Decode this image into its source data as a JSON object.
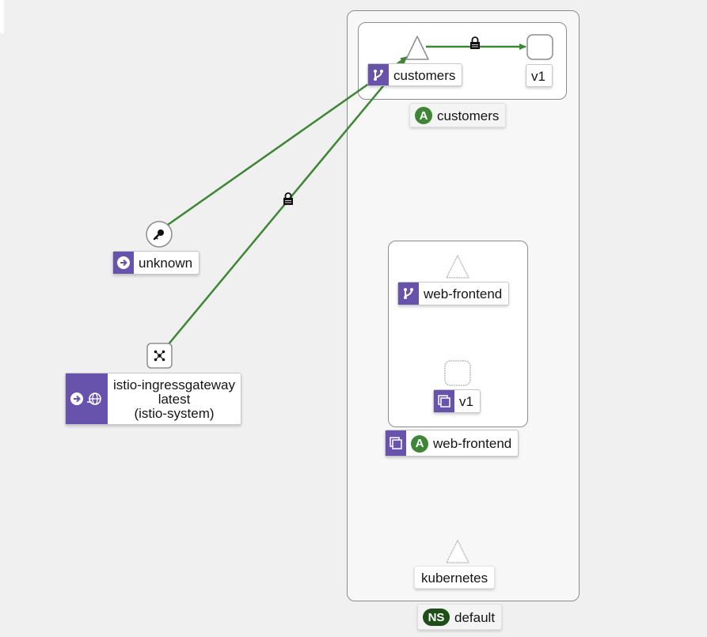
{
  "namespace": {
    "badge": "NS",
    "name": "default"
  },
  "apps": [
    {
      "badge": "A",
      "name": "customers"
    },
    {
      "badge": "A",
      "name": "web-frontend"
    }
  ],
  "services": [
    {
      "name": "customers",
      "icon": "service-branch-icon"
    },
    {
      "name": "web-frontend",
      "icon": "service-branch-icon"
    },
    {
      "name": "kubernetes"
    }
  ],
  "versions": [
    {
      "name": "v1"
    },
    {
      "name": "v1"
    }
  ],
  "external_nodes": [
    {
      "name": "unknown",
      "icon": "key-icon"
    },
    {
      "lines": [
        "istio-ingressgateway",
        "latest",
        "(istio-system)"
      ],
      "icon": "gateway-icon"
    }
  ],
  "colors": {
    "edge": "#3e8635",
    "badge": "#6753ac",
    "app_badge": "#3e8635",
    "ns_badge": "#1e4f18",
    "node_border": "#8a8d90"
  }
}
